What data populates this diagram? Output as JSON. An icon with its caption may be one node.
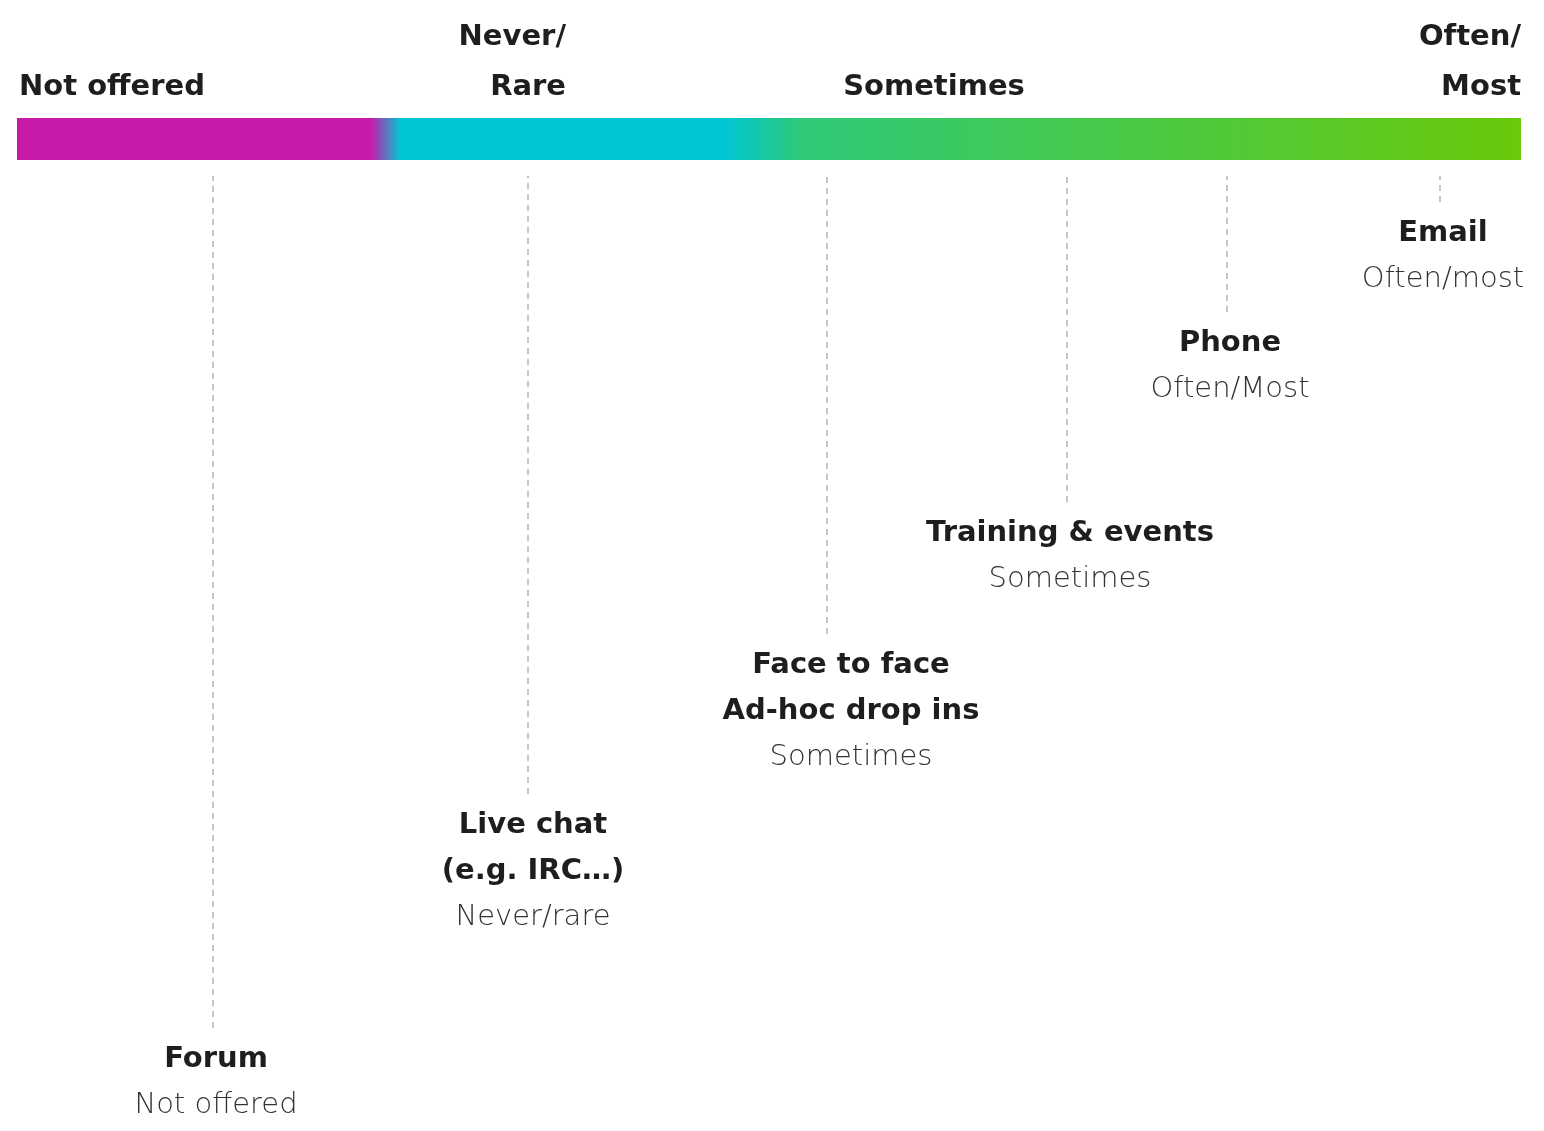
{
  "diagram": {
    "nodes": [
      {
        "text": [],
        "shape": "bar"
      },
      {
        "text": [
          "Forum",
          "Not offered"
        ]
      },
      {
        "text": [
          "Live chat",
          "(e.g. IRC…)",
          "Never/rare"
        ]
      },
      {
        "text": [
          "Face to face",
          "Ad-hoc drop ins",
          "Sometimes"
        ]
      },
      {
        "text": [
          "Training & events",
          "Sometimes"
        ]
      },
      {
        "text": [
          "Phone",
          "Often/Most"
        ]
      },
      {
        "text": [
          "Email",
          "Often/most"
        ]
      }
    ],
    "edges": [
      {
        "from": 1,
        "to": 0,
        "arrow": "none",
        "style": "dashed"
      },
      {
        "from": 2,
        "to": 0,
        "arrow": "none",
        "style": "dashed"
      },
      {
        "from": 3,
        "to": 0,
        "arrow": "none",
        "style": "dashed"
      },
      {
        "from": 4,
        "to": 0,
        "arrow": "none",
        "style": "dashed"
      },
      {
        "from": 5,
        "to": 0,
        "arrow": "none",
        "style": "dashed"
      },
      {
        "from": 6,
        "to": 0,
        "arrow": "none",
        "style": "dashed"
      }
    ],
    "labels": [
      "Not offered",
      "Never/ Rare",
      "Sometimes",
      "Often/ Most"
    ]
  }
}
